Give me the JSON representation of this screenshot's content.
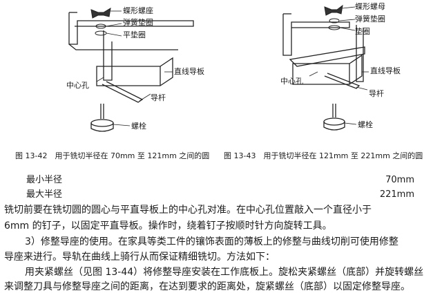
{
  "figures": [
    {
      "labels": {
        "wing_nut": "蝶形螺座",
        "spring_washer": "弹簧垫圈",
        "flat_washer": "平垫圈",
        "straight_guide": "直线导板",
        "center_hole": "中心孔",
        "guide_rod": "导杆",
        "screw": "螺栓"
      }
    },
    {
      "labels": {
        "wing_nut": "蝶形螺母",
        "spring_washer": "弹簧垫圈",
        "flat_washer": "垫圈",
        "straight_guide": "直线导板",
        "center_hole": "中心孔",
        "guide_rod": "导杆",
        "screw": "螺栓"
      }
    }
  ],
  "captions": {
    "left": "图 13-42　用于铣切半径在 70mm 至 121mm 之间的圆",
    "right": "图 13-43　用于铣切半径在 121mm 至 221mm 之间的圆"
  },
  "specs": [
    {
      "name": "最小半径",
      "value": "70mm"
    },
    {
      "name": "最大半径",
      "value": "221mm"
    }
  ],
  "paragraphs": [
    "铣切前要在铣切圆的圆心与平直导板上的中心孔对准。在中心孔位置敲入一个直径小于",
    "6mm 的钉子，以固定平直导板。操作时，绕着钉子按顺时针方向旋转工具。",
    "3）修整导座的使用。在家具等类工件的镶饰表面的薄板上的修整与曲线切削可使用修整",
    "导座来进行。导轨在曲线上骑行从而保证精细铣切。方法如下：",
    "用夹紧螺丝（见图 13-44）将修整导座安装在工作底板上。旋松夹紧螺丝（底部）并旋转螺丝",
    "来调整刀具与修整导座之间的距离，在达到要求的距离处，旋紧螺丝（底部）以固定修整导座。"
  ]
}
